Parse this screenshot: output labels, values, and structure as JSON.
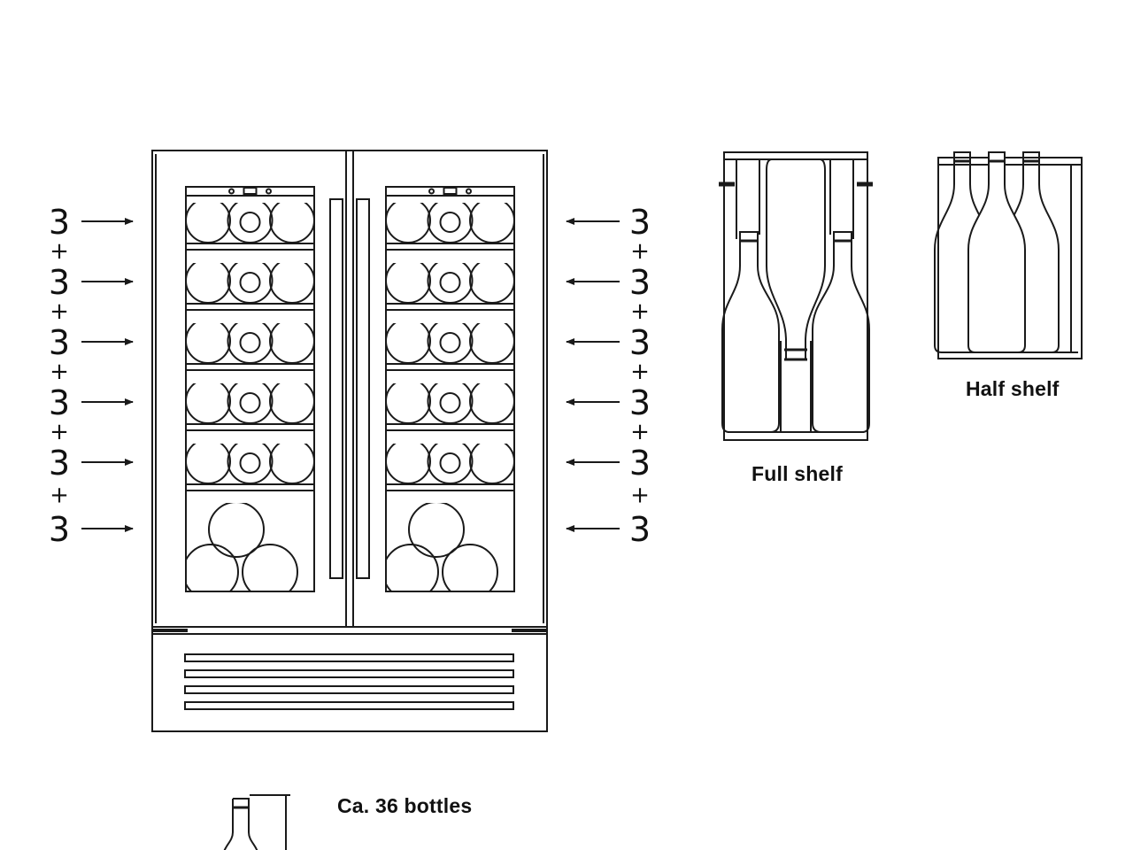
{
  "colors": {
    "line": "#1a1a1a",
    "background": "#ffffff"
  },
  "left_door": {
    "row_counts": [
      "3",
      "3",
      "3",
      "3",
      "3",
      "3"
    ],
    "separator": "+"
  },
  "right_door": {
    "row_counts": [
      "3",
      "3",
      "3",
      "3",
      "3",
      "3"
    ],
    "separator": "+"
  },
  "labels": {
    "full_shelf": "Full shelf",
    "half_shelf": "Half shelf",
    "capacity": "Ca. 36 bottles"
  }
}
